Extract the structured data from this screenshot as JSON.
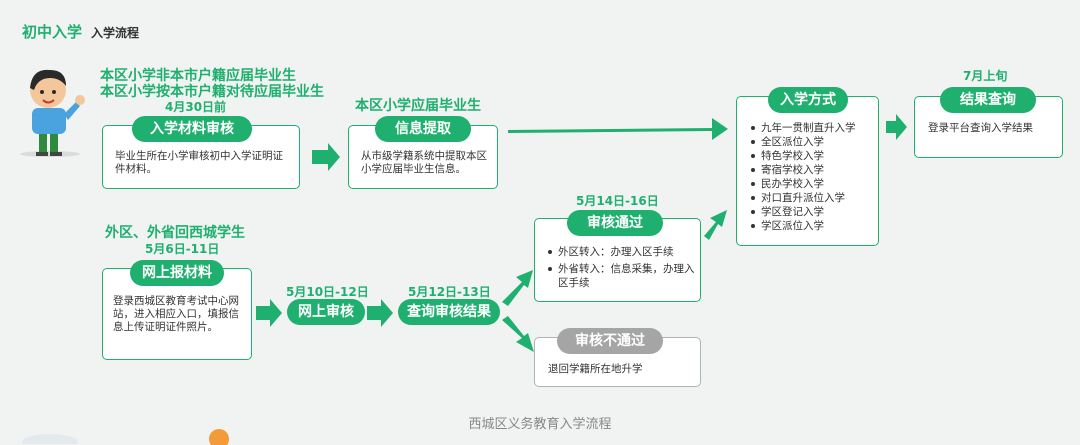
{
  "header": {
    "title": "初中入学",
    "subtitle": "入学流程"
  },
  "local": {
    "heading_line1": "本区小学非本市户籍应届毕业生",
    "heading_line2": "本区小学按本市户籍对待应届毕业生",
    "date": "4月30日前",
    "step": "入学材料审核",
    "desc": "毕业生所在小学审核初中入学证明证件材料。"
  },
  "extract": {
    "heading": "本区小学应届毕业生",
    "step": "信息提取",
    "desc": "从市级学籍系统中提取本区小学应届毕业生信息。"
  },
  "methods": {
    "title": "入学方式",
    "items": [
      "九年一贯制直升入学",
      "全区派位入学",
      "特色学校入学",
      "寄宿学校入学",
      "民办学校入学",
      "对口直升派位入学",
      "学区登记入学",
      "学区派位入学"
    ]
  },
  "result": {
    "date": "7月上旬",
    "title": "结果查询",
    "desc": "登录平台查询入学结果"
  },
  "outside": {
    "heading": "外区、外省回西城学生",
    "date": "5月6日-11日",
    "step": "网上报材料",
    "desc": "登录西城区教育考试中心网站，进入相应入口，填报信息上传证明证件照片。"
  },
  "review": {
    "date": "5月10日-12日",
    "step": "网上审核"
  },
  "query": {
    "date": "5月12日-13日",
    "step": "查询审核结果"
  },
  "pass": {
    "date": "5月14日-16日",
    "title": "审核通过",
    "items": [
      "外区转入：办理入区手续",
      "外省转入：信息采集，办理入区手续"
    ]
  },
  "fail": {
    "title": "审核不通过",
    "desc": "退回学籍所在地升学"
  },
  "caption": "西城区义务教育入学流程",
  "colors": {
    "accent": "#1faf6e",
    "gray": "#a5a5a5",
    "background": "#f1f3f2"
  }
}
